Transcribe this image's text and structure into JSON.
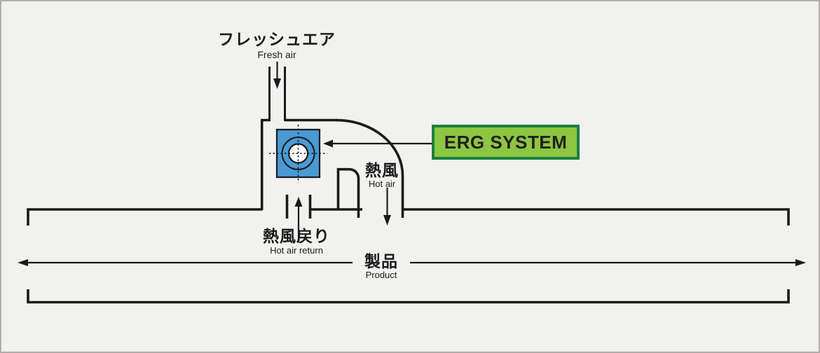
{
  "diagram": {
    "title_hint": "ERG system airflow diagram",
    "labels": {
      "fresh_air_jp": "フレッシュエア",
      "fresh_air_en": "Fresh air",
      "hot_air_jp": "熱風",
      "hot_air_en": "Hot air",
      "hot_air_return_jp": "熱風戻り",
      "hot_air_return_en": "Hot air return",
      "product_jp": "製品",
      "product_en": "Product",
      "erg_system": "ERG SYSTEM"
    },
    "colors": {
      "background": "#f1f1ef",
      "frame_border": "#b1adad",
      "line": "#1a1a1a",
      "text": "#1a1a1a",
      "unit_blue": "#4a9ad5",
      "erg_fill": "#8dc642",
      "erg_border": "#1a813f",
      "erg_text": "#231f20"
    }
  }
}
